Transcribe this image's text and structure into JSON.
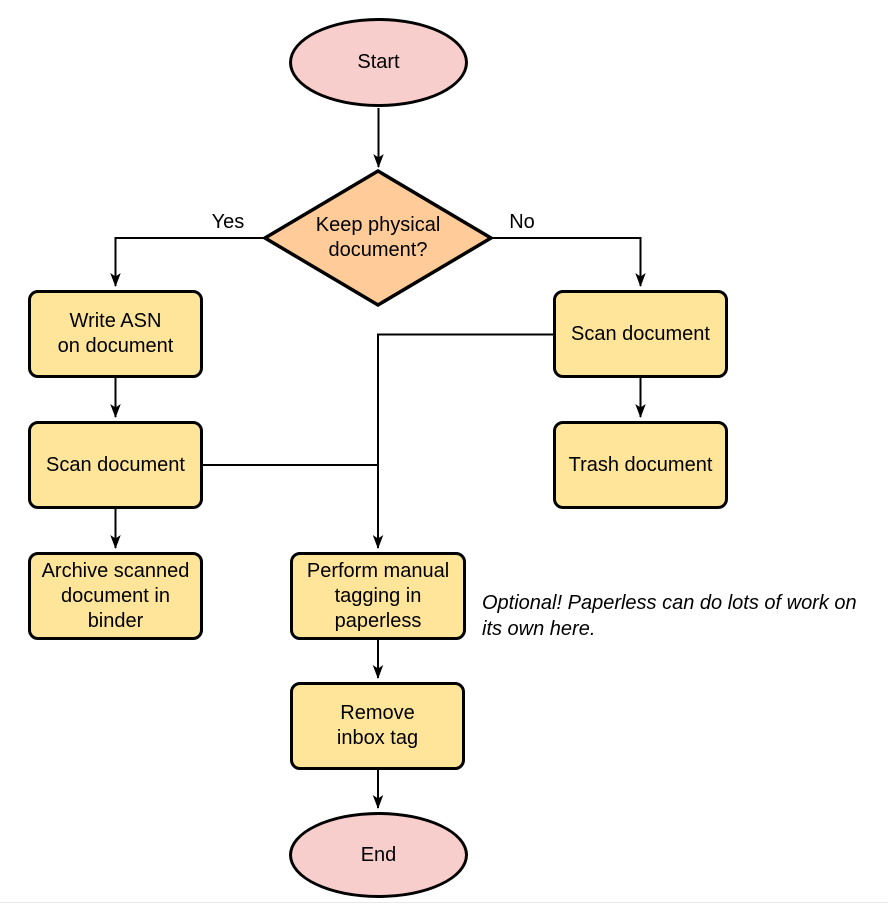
{
  "diagram": {
    "type": "flowchart",
    "colors": {
      "terminal_fill": "#F8CECC",
      "decision_fill": "#FFCC99",
      "process_fill": "#FFE599",
      "stroke": "#000000",
      "text": "#000000"
    },
    "nodes": {
      "start": {
        "shape": "ellipse",
        "label": "Start"
      },
      "decision": {
        "shape": "diamond",
        "label": "Keep physical\ndocument?"
      },
      "write_asn": {
        "shape": "process",
        "label": "Write ASN\non document"
      },
      "scan_left": {
        "shape": "process",
        "label": "Scan document"
      },
      "archive": {
        "shape": "process",
        "label": "Archive scanned\ndocument in\nbinder"
      },
      "scan_right": {
        "shape": "process",
        "label": "Scan document"
      },
      "trash": {
        "shape": "process",
        "label": "Trash document"
      },
      "tagging": {
        "shape": "process",
        "label": "Perform manual\ntagging in\npaperless"
      },
      "remove_inbox": {
        "shape": "process",
        "label": "Remove\ninbox tag"
      },
      "end": {
        "shape": "ellipse",
        "label": "End"
      }
    },
    "edge_labels": {
      "yes": "Yes",
      "no": "No"
    },
    "annotation": "Optional! Paperless can do lots of work on\nits own here."
  }
}
